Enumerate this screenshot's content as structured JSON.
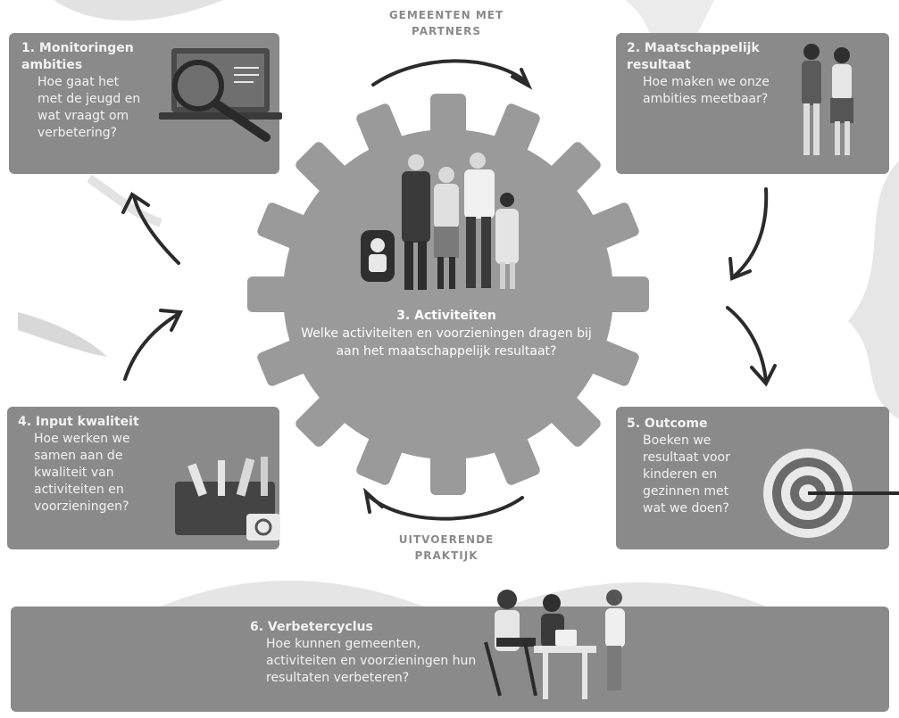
{
  "cycle_labels": {
    "top": "GEMEENTEN MET PARTNERS",
    "bottom": "UITVOERENDE PRAKTIJK"
  },
  "steps": [
    {
      "title": "1. Monitoringen ambities",
      "body": "Hoe gaat het met de jeugd en wat vraagt om verbetering?"
    },
    {
      "title": "2. Maatschappelijk resultaat",
      "body": "Hoe maken we onze ambities meetbaar?"
    },
    {
      "title": "3. Activiteiten",
      "body": "Welke activiteiten en voorzieningen dragen bij aan het maatschappelijk resultaat?"
    },
    {
      "title": "4. Input kwaliteit",
      "body": "Hoe werken we samen aan de kwaliteit van activiteiten en voorzieningen?"
    },
    {
      "title": "5. Outcome",
      "body": "Boeken we resultaat voor kinderen en gezinnen met wat we doen?"
    },
    {
      "title": "6. Verbetercyclus",
      "body": "Hoe kunnen gemeenten, activiteiten en voorzieningen hun resultaten verbeteren?"
    }
  ],
  "colors": {
    "box": "#8a8a8a",
    "gear": "#9a9a9a",
    "arrow": "#2b2b2b",
    "text": "#f2f2f2"
  },
  "icons": [
    "laptop-magnifier-icon",
    "children-icon",
    "family-icon",
    "toolbox-icon",
    "target-arrow-icon",
    "meeting-people-icon"
  ]
}
